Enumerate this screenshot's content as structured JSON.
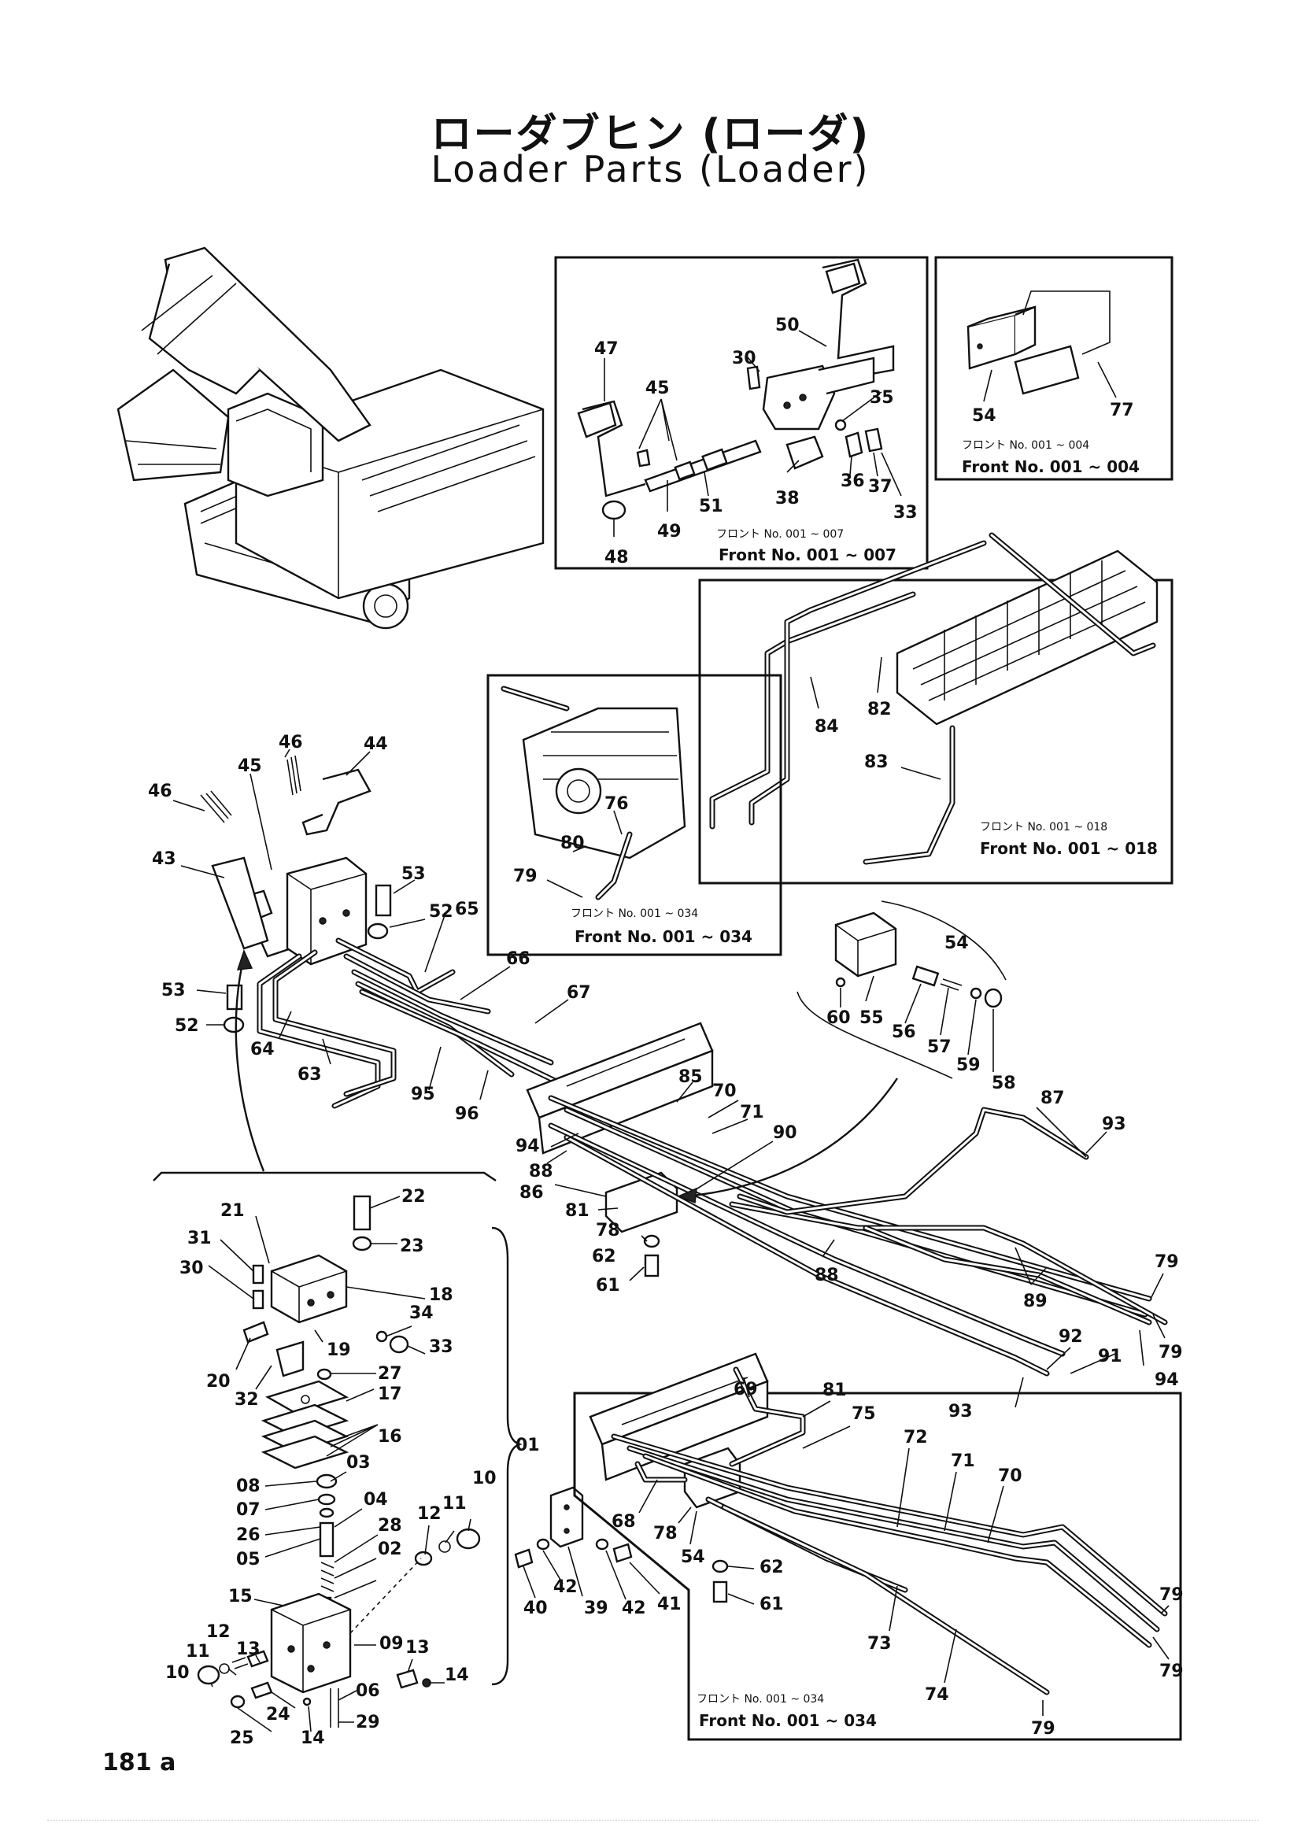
{
  "title": {
    "jp": "ローダブヒン (ローダ)",
    "en": "Loader Parts (Loader)"
  },
  "page_number": "181 a",
  "insets": {
    "pedal": {
      "note_jp": "フロント No. 001 ~ 007",
      "note_en": "Front No. 001 ~ 007",
      "labels": [
        "47",
        "45",
        "30",
        "50",
        "35",
        "49",
        "51",
        "38",
        "36",
        "37",
        "33",
        "48"
      ]
    },
    "reservoir": {
      "note_jp": "フロント No. 001 ~ 004",
      "note_en": "Front No. 001 ~ 004",
      "labels": [
        "54",
        "77"
      ]
    },
    "valve_pipes": {
      "note_jp": "フロント No. 001 ~ 018",
      "note_en": "Front No. 001 ~ 018",
      "labels": [
        "84",
        "82",
        "83"
      ]
    },
    "valve_detail": {
      "note_jp": "フロント No. 001 ~ 034",
      "note_en": "Front No. 001 ~ 034",
      "labels": [
        "76",
        "80",
        "79"
      ]
    },
    "lower_piping": {
      "note_jp": "フロント No. 001 ~ 034",
      "note_en": "Front No. 001 ~ 034",
      "labels": [
        "69",
        "81",
        "75",
        "72",
        "71",
        "70",
        "68",
        "78",
        "54",
        "62",
        "61",
        "73",
        "74",
        "79",
        "79",
        "79"
      ]
    }
  },
  "main_labels": {
    "pedal_assembly": [
      "46",
      "44",
      "45",
      "46",
      "43",
      "53",
      "52",
      "53",
      "52",
      "65",
      "66",
      "67",
      "64",
      "63",
      "95",
      "96"
    ],
    "manifold": [
      "85",
      "70",
      "71",
      "90",
      "94",
      "88",
      "86",
      "81",
      "78",
      "62",
      "61",
      "87",
      "93",
      "88",
      "89",
      "79",
      "79",
      "94",
      "92",
      "91",
      "93"
    ],
    "check_valve": [
      "54",
      "60",
      "55",
      "56",
      "57",
      "59",
      "58"
    ],
    "valve_breakdown": [
      "22",
      "21",
      "23",
      "31",
      "30",
      "18",
      "34",
      "33",
      "19",
      "20",
      "32",
      "27",
      "17",
      "16",
      "08",
      "07",
      "26",
      "05",
      "03",
      "04",
      "28",
      "02",
      "15",
      "12",
      "11",
      "10",
      "01",
      "09",
      "13",
      "13",
      "14",
      "06",
      "29",
      "24",
      "25",
      "14",
      "12",
      "11",
      "10"
    ],
    "bracket": [
      "40",
      "42",
      "39",
      "42",
      "41"
    ]
  }
}
